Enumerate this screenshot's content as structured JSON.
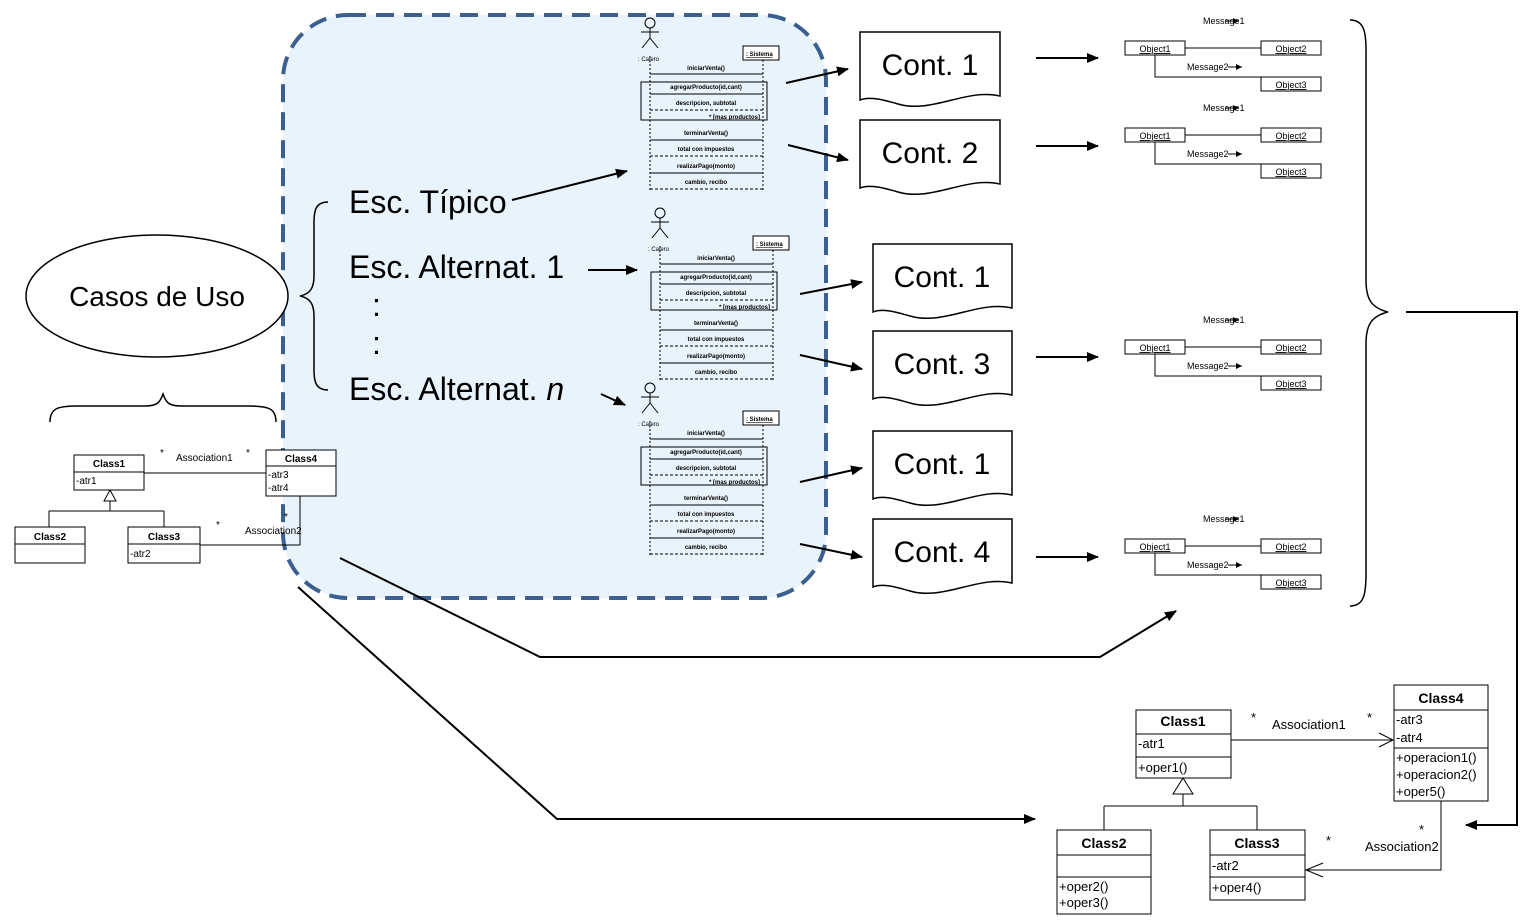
{
  "use_case": {
    "label": "Casos de Uso"
  },
  "scenarios": {
    "typical": "Esc. Típico",
    "alt1": "Esc. Alternat. 1",
    "dots": ":",
    "altn_prefix": "Esc. Alternat. ",
    "altn_suffix": "n"
  },
  "contracts": [
    "Cont. 1",
    "Cont. 2",
    "Cont. 1",
    "Cont. 3",
    "Cont. 1",
    "Cont. 4"
  ],
  "sequence": {
    "actor": ": Cajero",
    "system": ": Sistema",
    "messages": [
      "iniciarVenta()",
      "agregarProducto(id,cant)",
      "descripcion, subtotal",
      "* [mas productos]",
      "terminarVenta()",
      "total con impuestos",
      "realizarPago(monto)",
      "cambio, recibo"
    ]
  },
  "collab": {
    "object1": "Object1",
    "object2": "Object2",
    "object3": "Object3",
    "message1": "Message1",
    "message2": "Message2"
  },
  "class_small": {
    "class1": {
      "name": "Class1",
      "attrs": [
        "-atr1"
      ]
    },
    "class2": {
      "name": "Class2"
    },
    "class3": {
      "name": "Class3",
      "attrs": [
        "-atr2"
      ]
    },
    "class4": {
      "name": "Class4",
      "attrs": [
        "-atr3",
        "-atr4"
      ]
    },
    "association1": "Association1",
    "association2": "Association2",
    "multiplicity": "*"
  },
  "class_big": {
    "class1": {
      "name": "Class1",
      "attrs": [
        "-atr1"
      ],
      "ops": [
        "+oper1()"
      ]
    },
    "class2": {
      "name": "Class2",
      "ops": [
        "+oper2()",
        "+oper3()"
      ]
    },
    "class3": {
      "name": "Class3",
      "attrs": [
        "-atr2"
      ],
      "ops": [
        "+oper4()"
      ]
    },
    "class4": {
      "name": "Class4",
      "attrs": [
        "-atr3",
        "-atr4"
      ],
      "ops": [
        "+operacion1()",
        "+operacion2()",
        "+oper5()"
      ]
    },
    "association1": "Association1",
    "association2": "Association2",
    "multiplicity": "*"
  },
  "colors": {
    "highlight_fill": "#e8f3fb",
    "highlight_border": "#3b5f8f"
  }
}
